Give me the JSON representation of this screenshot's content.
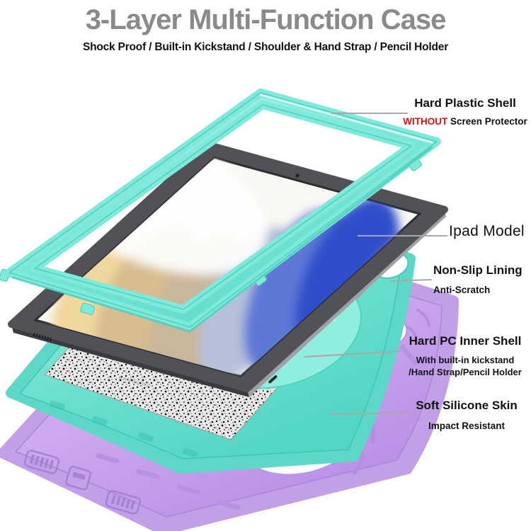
{
  "header": {
    "title": "3-Layer Multi-Function Case",
    "subtitle": "Shock Proof / Built-in Kickstand / Shoulder & Hand Strap / Pencil Holder"
  },
  "labels": {
    "shell": {
      "title": "Hard Plastic Shell",
      "sub_highlight": "WITHOUT",
      "sub_rest": " Screen Protector"
    },
    "tablet": {
      "title": "Ipad Model"
    },
    "lining": {
      "title": "Non-Slip Lining",
      "sub": "Anti-Scratch"
    },
    "inner": {
      "title": "Hard PC Inner Shell",
      "sub1": "With built-in kickstand",
      "sub2": "/Hand Strap/Pencil Holder"
    },
    "skin": {
      "title": "Soft Silicone Skin",
      "sub": "Impact Resistant"
    }
  },
  "tablet_brand": "SAMSUNG",
  "colors": {
    "teal": "#7de8d9",
    "teal_dark": "#45cbba",
    "purple": "#cbaaee",
    "purple_dark": "#aa86d8",
    "red": "#e01212",
    "title_gray": "#8a8a8a",
    "line_gray": "#a8a8a8",
    "text_black": "#111111",
    "bezel_gray": "#515257"
  }
}
